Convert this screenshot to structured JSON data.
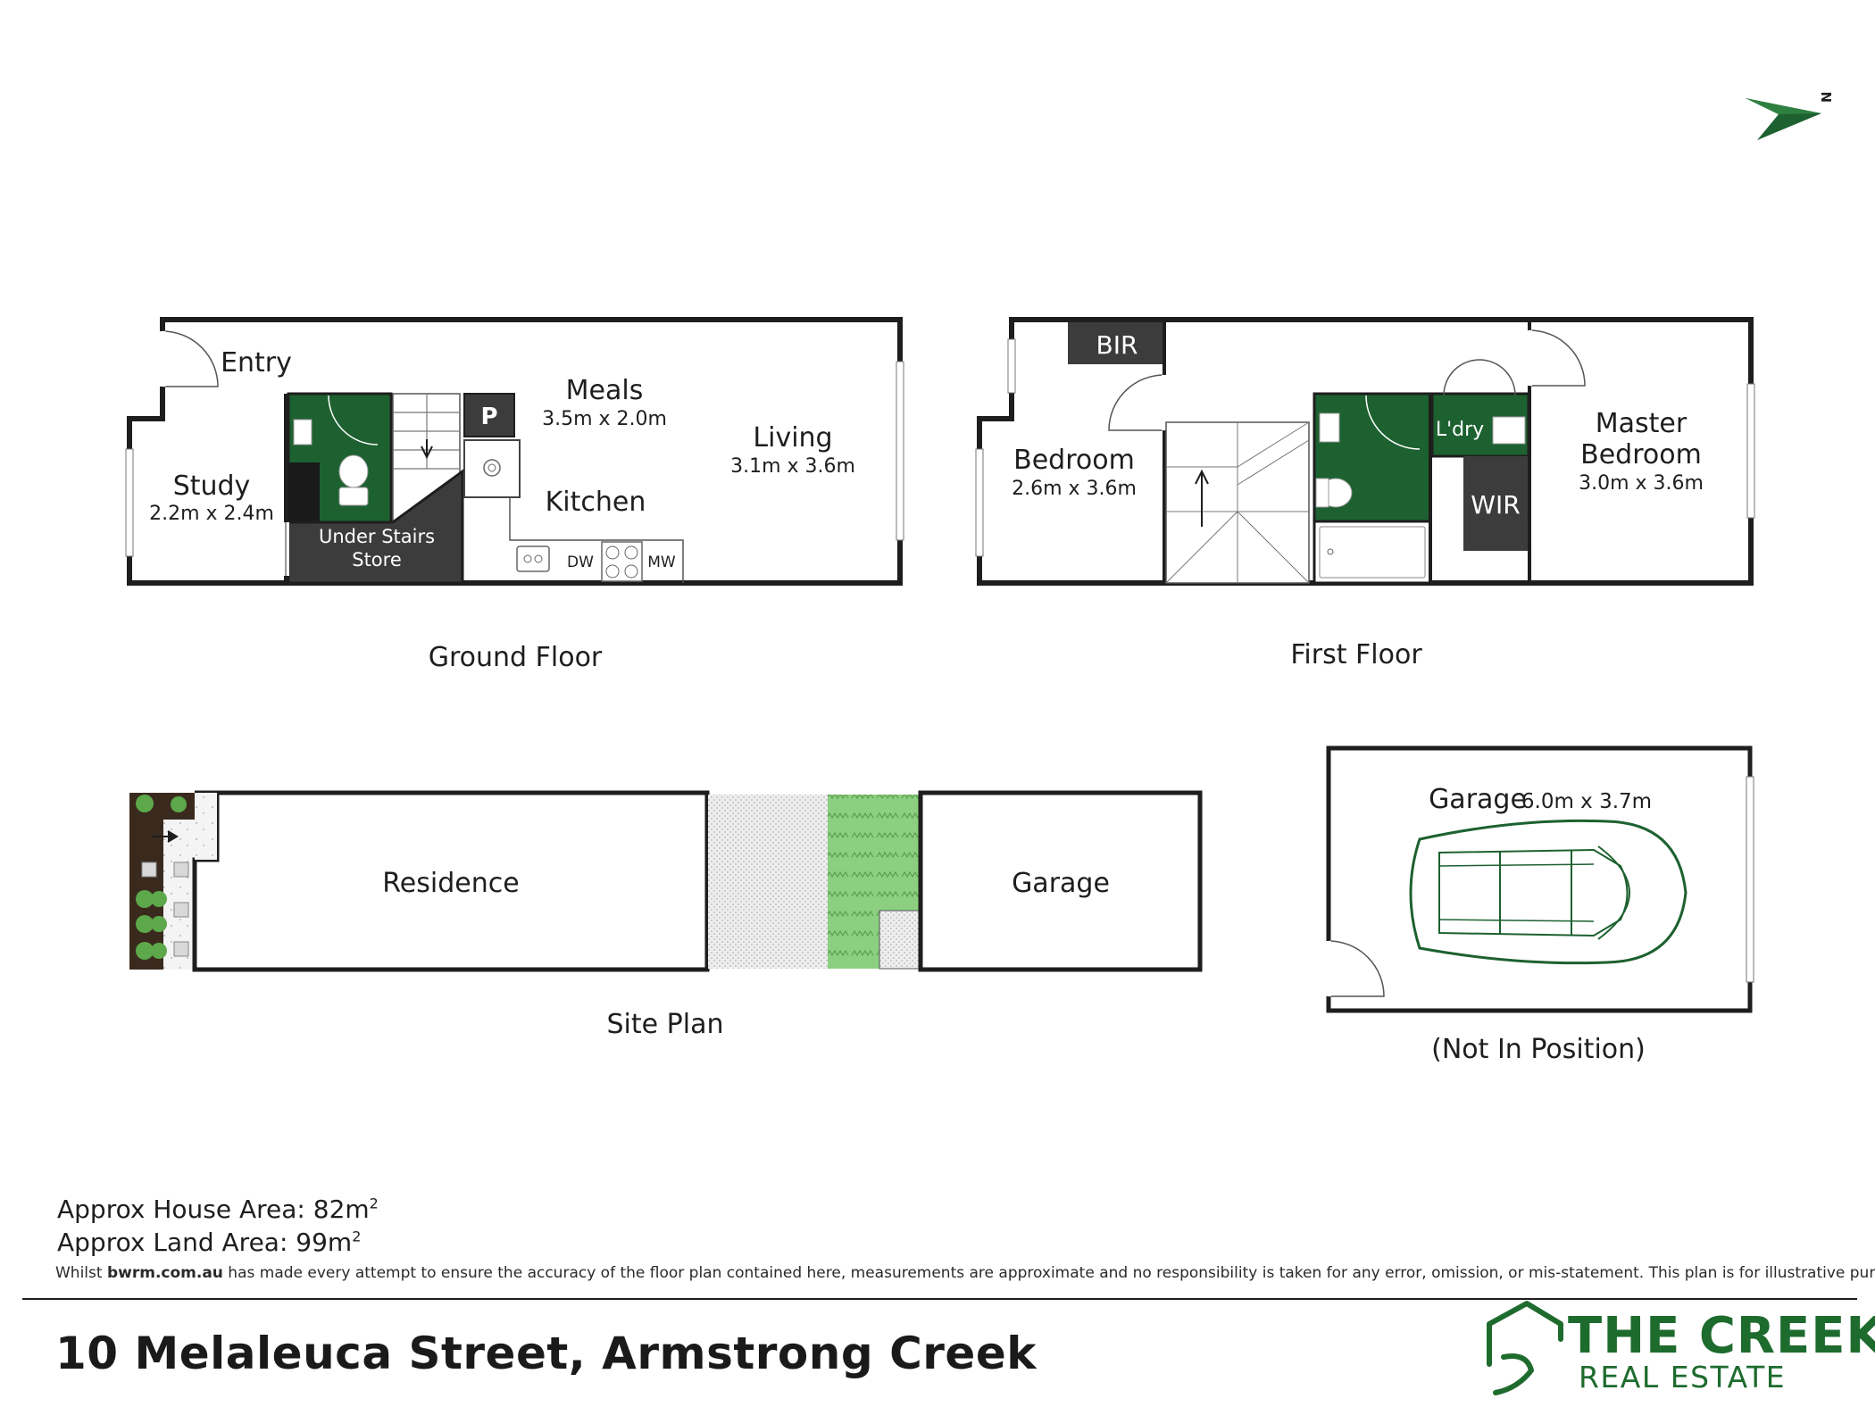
{
  "compass": {
    "label": "N"
  },
  "ground_floor": {
    "title": "Ground Floor",
    "entry": "Entry",
    "study": {
      "name": "Study",
      "size": "2.2m x 2.4m"
    },
    "meals": {
      "name": "Meals",
      "size": "3.5m x 2.0m"
    },
    "living": {
      "name": "Living",
      "size": "3.1m x 3.6m"
    },
    "kitchen": "Kitchen",
    "pantry": "P",
    "store_line1": "Under Stairs",
    "store_line2": "Store",
    "dw": "DW",
    "mw": "MW"
  },
  "first_floor": {
    "title": "First Floor",
    "bir": "BIR",
    "bedroom": {
      "name": "Bedroom",
      "size": "2.6m x 3.6m"
    },
    "laundry": "L'dry",
    "wir": "WIR",
    "master_line1": "Master",
    "master_line2": "Bedroom",
    "master_size": "3.0m x 3.6m"
  },
  "site_plan": {
    "title": "Site Plan",
    "residence": "Residence",
    "garage": "Garage"
  },
  "garage_plan": {
    "name": "Garage",
    "size": "6.0m x 3.7m",
    "note": "(Not In Position)"
  },
  "areas": {
    "house_label": "Approx House Area: 82m",
    "land_label": "Approx Land Area: 99m",
    "superscript": "2"
  },
  "disclaimer": {
    "prefix": "Whilst ",
    "site": "bwrm.com.au",
    "text": " has made every attempt to ensure the accuracy of the floor plan contained here, measurements are approximate and no responsibility is taken for any error, omission, or mis-statement. This plan is for illustrative purposes only."
  },
  "address": "10 Melaleuca Street, Armstrong Creek",
  "brand": {
    "line1": "THE CREEK",
    "line2": "REAL ESTATE"
  },
  "colors": {
    "green": "#1d6130",
    "dark": "#3c3c3c",
    "wall": "#1e1e1e",
    "grass": "#8ccf80",
    "brand": "#1e6b2e"
  }
}
